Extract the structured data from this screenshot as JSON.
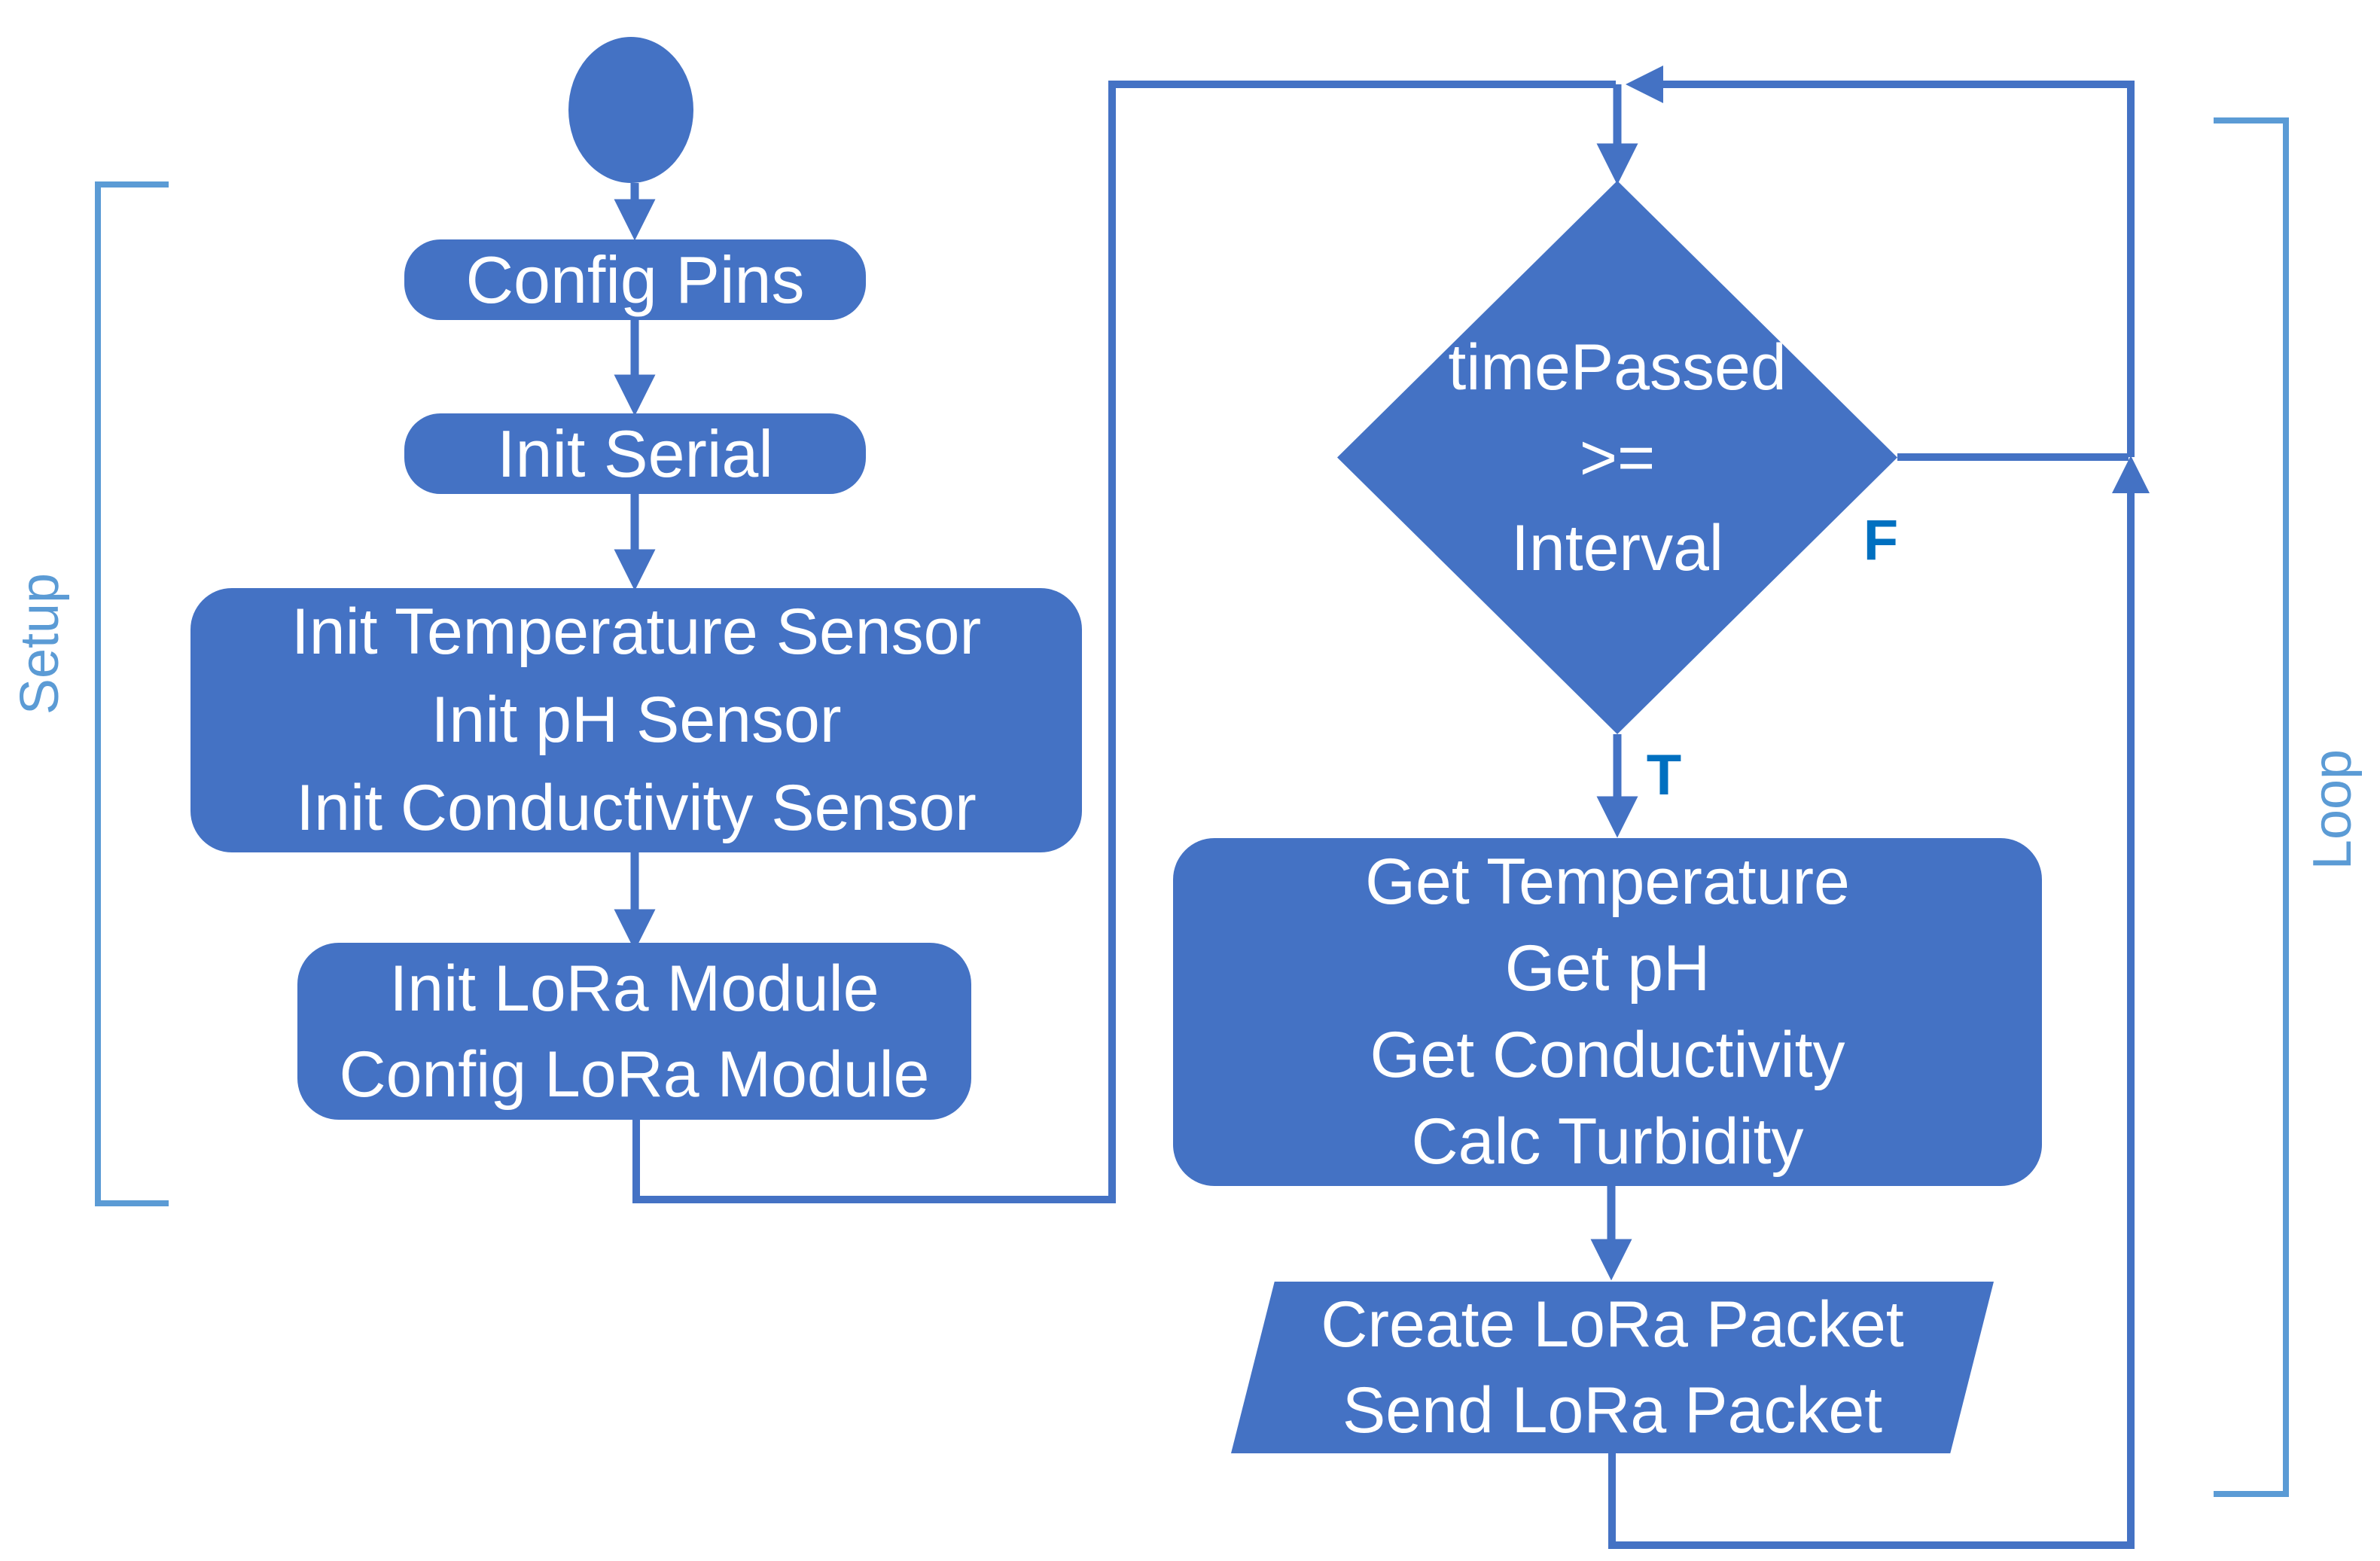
{
  "diagram": {
    "regions": {
      "setup": {
        "label": "Setup"
      },
      "loop": {
        "label": "Loop"
      }
    },
    "nodes": {
      "start_marker": "start",
      "config_pins": {
        "label": "Config Pins"
      },
      "init_serial": {
        "label": "Init Serial"
      },
      "init_sensors": {
        "lines": [
          "Init Temperature Sensor",
          "Init pH Sensor",
          "Init Conductivity Sensor"
        ]
      },
      "init_lora": {
        "lines": [
          "Init LoRa Module",
          "Config LoRa Module"
        ]
      },
      "decision": {
        "lines": [
          "timePassed",
          ">=",
          "Interval"
        ]
      },
      "read_sensors": {
        "lines": [
          "Get Temperature",
          "Get pH",
          "Get Conductivity",
          "Calc Turbidity"
        ]
      },
      "send_packet": {
        "lines": [
          "Create LoRa Packet",
          "Send LoRa Packet"
        ]
      }
    },
    "branches": {
      "true_label": "T",
      "false_label": "F"
    },
    "colors": {
      "shape_fill": "#4472C4",
      "connector": "#4472C4",
      "bracket": "#5B9BD5",
      "branch_label": "#0070C0",
      "node_text": "#FFFFFF",
      "background": "#FFFFFF"
    }
  }
}
